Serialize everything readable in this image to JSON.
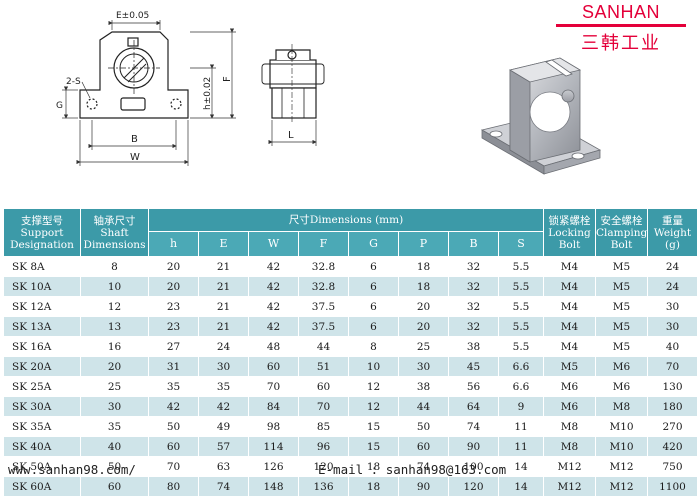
{
  "brand": {
    "name": "SANHAN",
    "subtitle": "三韩工业"
  },
  "drawing": {
    "e_label": "E±0.05",
    "s_label": "2-S",
    "g_label": "G",
    "b_label": "B",
    "w_label": "W",
    "h_label": "h±0.02",
    "f_label": "F",
    "l_label": "L"
  },
  "table": {
    "headers": {
      "model_cn": "支撑型号",
      "model_en": "Support Designation",
      "shaft_cn": "轴承尺寸",
      "shaft_en": "Shaft Dimensions",
      "dims_cn": "尺寸",
      "dims_en": "Dimensions (mm)",
      "locking_cn": "锁紧螺栓",
      "locking_en": "Locking Bolt",
      "clamping_cn": "安全螺栓",
      "clamping_en": "Clamping Bolt",
      "weight_cn": "重量",
      "weight_en": "Weight (g)"
    },
    "sub_headers": [
      "h",
      "E",
      "W",
      "F",
      "G",
      "P",
      "B",
      "S"
    ],
    "rows": [
      [
        "SK 8A",
        "8",
        "20",
        "21",
        "42",
        "32.8",
        "6",
        "18",
        "32",
        "5.5",
        "M4",
        "M5",
        "24"
      ],
      [
        "SK 10A",
        "10",
        "20",
        "21",
        "42",
        "32.8",
        "6",
        "18",
        "32",
        "5.5",
        "M4",
        "M5",
        "24"
      ],
      [
        "SK 12A",
        "12",
        "23",
        "21",
        "42",
        "37.5",
        "6",
        "20",
        "32",
        "5.5",
        "M4",
        "M5",
        "30"
      ],
      [
        "SK 13A",
        "13",
        "23",
        "21",
        "42",
        "37.5",
        "6",
        "20",
        "32",
        "5.5",
        "M4",
        "M5",
        "30"
      ],
      [
        "SK 16A",
        "16",
        "27",
        "24",
        "48",
        "44",
        "8",
        "25",
        "38",
        "5.5",
        "M4",
        "M5",
        "40"
      ],
      [
        "SK 20A",
        "20",
        "31",
        "30",
        "60",
        "51",
        "10",
        "30",
        "45",
        "6.6",
        "M5",
        "M6",
        "70"
      ],
      [
        "SK 25A",
        "25",
        "35",
        "35",
        "70",
        "60",
        "12",
        "38",
        "56",
        "6.6",
        "M6",
        "M6",
        "130"
      ],
      [
        "SK 30A",
        "30",
        "42",
        "42",
        "84",
        "70",
        "12",
        "44",
        "64",
        "9",
        "M6",
        "M8",
        "180"
      ],
      [
        "SK 35A",
        "35",
        "50",
        "49",
        "98",
        "85",
        "15",
        "50",
        "74",
        "11",
        "M8",
        "M10",
        "270"
      ],
      [
        "SK 40A",
        "40",
        "60",
        "57",
        "114",
        "96",
        "15",
        "60",
        "90",
        "11",
        "M8",
        "M10",
        "420"
      ],
      [
        "SK 50A",
        "50",
        "70",
        "63",
        "126",
        "120",
        "18",
        "74",
        "100",
        "14",
        "M12",
        "M12",
        "750"
      ],
      [
        "SK 60A",
        "60",
        "80",
        "74",
        "148",
        "136",
        "18",
        "90",
        "120",
        "14",
        "M12",
        "M12",
        "1100"
      ]
    ]
  },
  "footer": {
    "website": "www.sanhan98.com/",
    "email": "E-mail : sanhan98@163.com"
  }
}
